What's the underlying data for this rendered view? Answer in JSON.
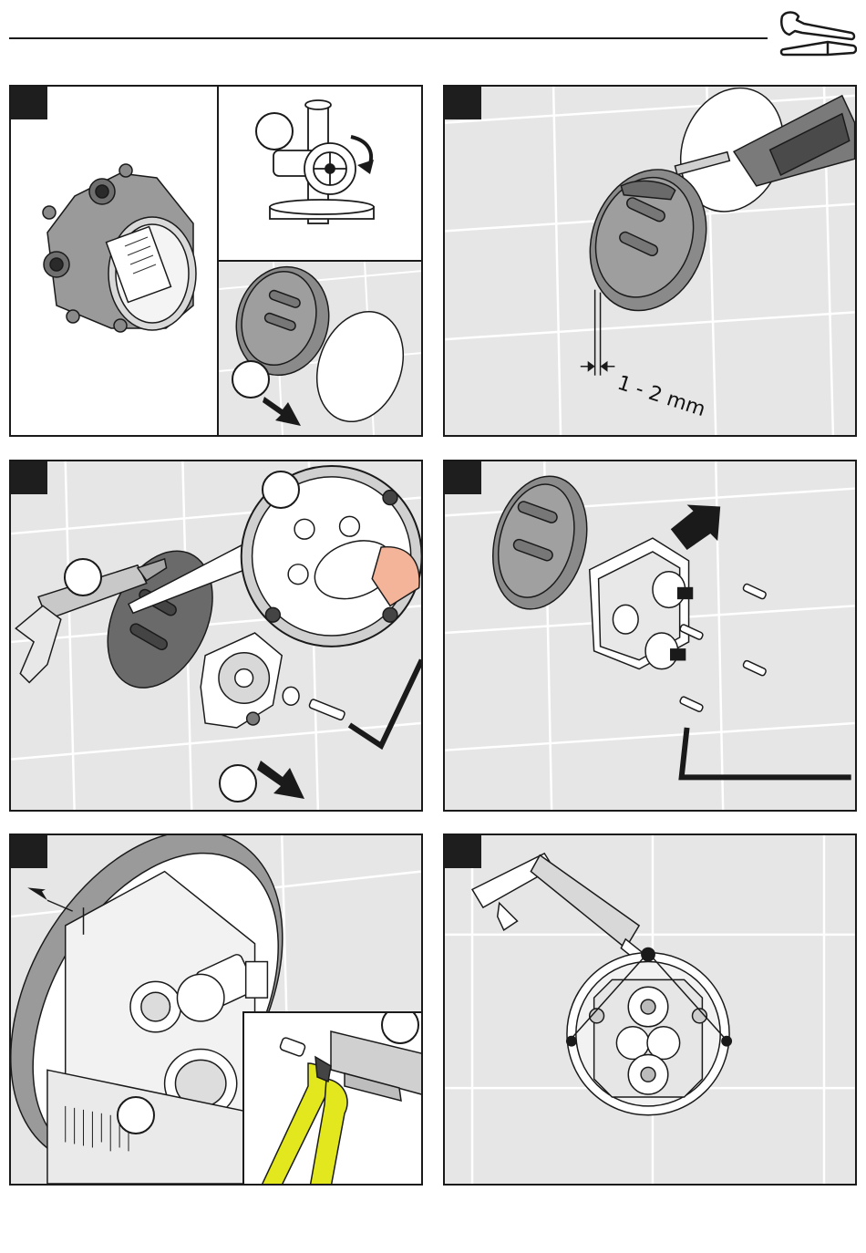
{
  "header": {
    "tools_icon": "wrench-and-screwdriver-icon"
  },
  "panels": [
    {
      "id": "step-1",
      "badge": "",
      "sub_panels": [
        "rough-in-body",
        "shut-off-valve",
        "remove-cover"
      ]
    },
    {
      "id": "step-2",
      "badge": "",
      "measure_label": "1 - 2 mm"
    },
    {
      "id": "step-3",
      "badge": "",
      "sub_panels": [
        "seal-and-clean",
        "remove-plate"
      ]
    },
    {
      "id": "step-4",
      "badge": "",
      "sub_panels": [
        "install-module"
      ]
    },
    {
      "id": "step-5",
      "badge": "",
      "sub_panels": [
        "check-depth",
        "cut-extension"
      ]
    },
    {
      "id": "step-6",
      "badge": "",
      "sub_panels": [
        "apply-sealant"
      ]
    }
  ],
  "colors": {
    "badge": "#1e1e1e",
    "wall": "#e6e6e6",
    "grout": "#ffffff",
    "cover_grey": "#8a8a8a",
    "pliers_yellow": "#e3e81e"
  }
}
